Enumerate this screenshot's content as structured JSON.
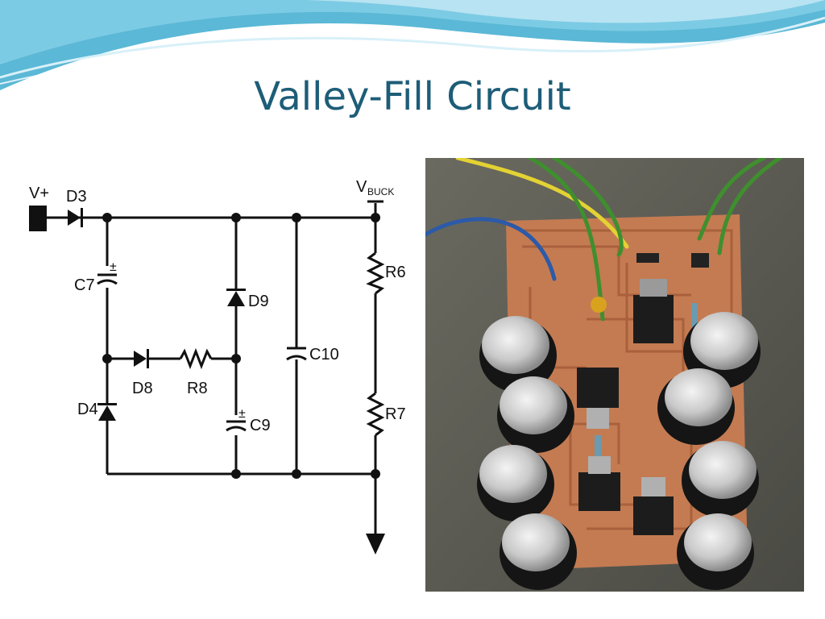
{
  "slide": {
    "title": "Valley-Fill Circuit"
  },
  "schematic": {
    "labels": {
      "vplus": "V+",
      "vbuck": "V",
      "vbuck_sub": "BUCK",
      "d3": "D3",
      "c7": "C7",
      "c7_pol": "±",
      "d4": "D4",
      "d8": "D8",
      "r8": "R8",
      "d9": "D9",
      "c9": "C9",
      "c9_pol": "±",
      "c10": "C10",
      "r6": "R6",
      "r7": "R7"
    }
  },
  "photo": {
    "subject": "prototype circuit board"
  },
  "colors": {
    "title": "#1d5d78",
    "wave_dark": "#5bb8d6",
    "wave_light": "#a9dcee",
    "pcb": "#c47b52",
    "trace": "#b06a44"
  }
}
